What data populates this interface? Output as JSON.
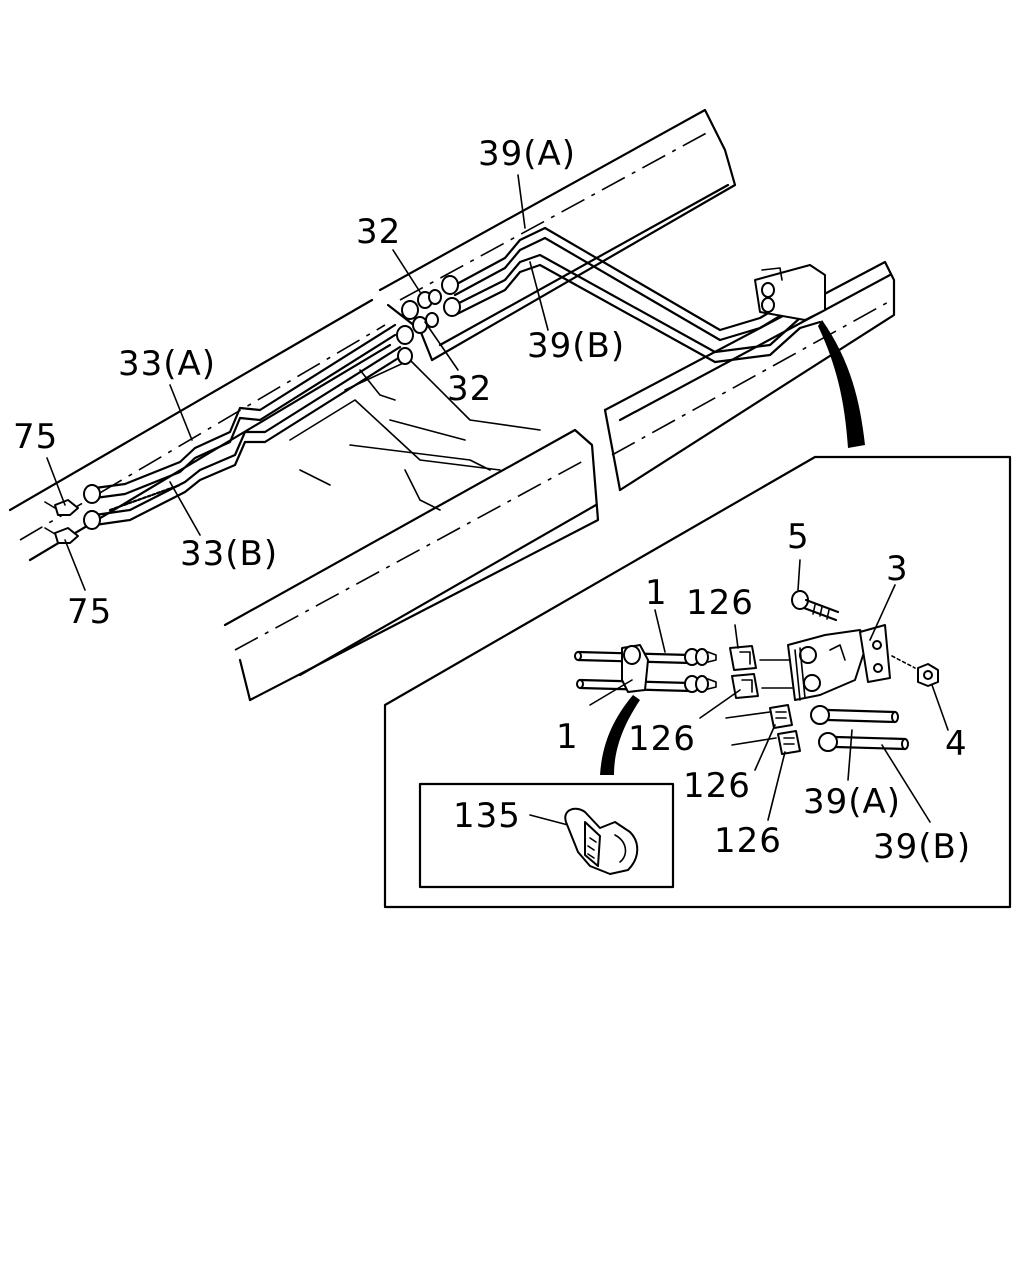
{
  "labels": {
    "l39a_top": "39(A)",
    "l32_top": "32",
    "l39b_top": "39(B)",
    "l32_bottom": "32",
    "l33a": "33(A)",
    "l75_top": "75",
    "l33b": "33(B)",
    "l75_bottom": "75",
    "l5": "5",
    "l3": "3",
    "l1_top": "1",
    "l126_top": "126",
    "l1_bottom": "1",
    "l126_mid": "126",
    "l4": "4",
    "l126_low": "126",
    "l39a_detail": "39(A)",
    "l126_bottom": "126",
    "l39b_detail": "39(B)",
    "l135": "135"
  }
}
